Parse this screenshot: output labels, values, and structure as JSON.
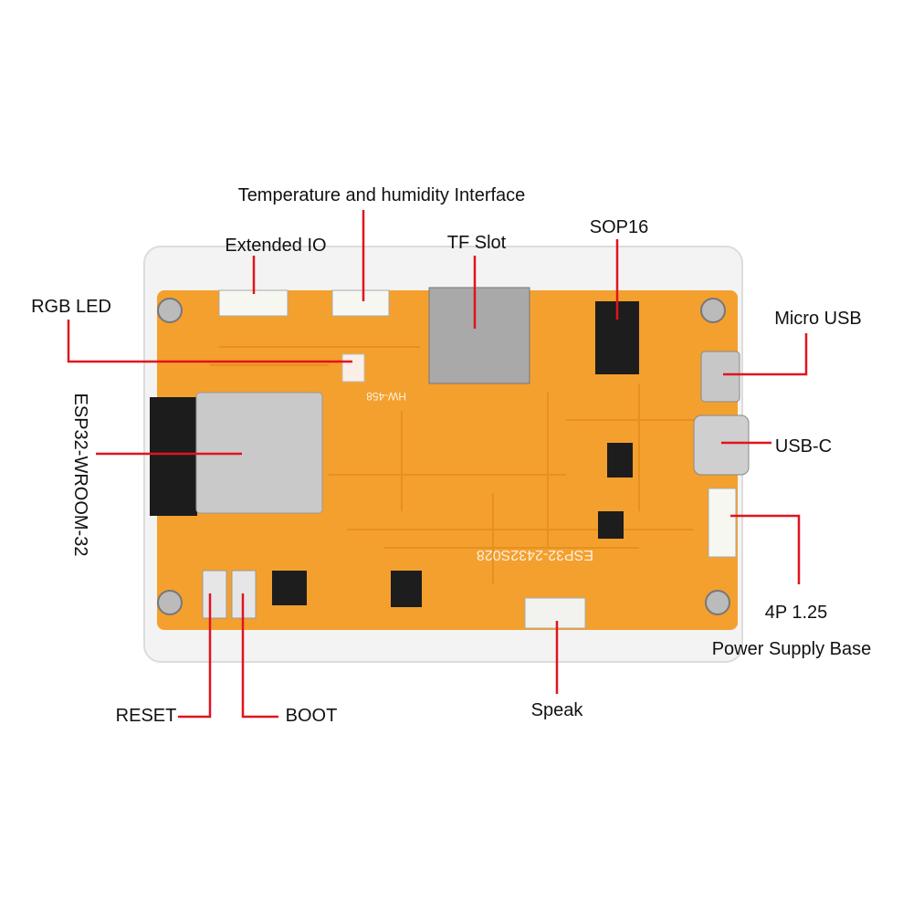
{
  "labels": {
    "temp_humidity": "Temperature and humidity Interface",
    "extended_io": "Extended IO",
    "tf_slot": "TF Slot",
    "sop16": "SOP16",
    "rgb_led": "RGB LED",
    "micro_usb": "Micro USB",
    "esp32": "ESP32-WROOM-32",
    "usb_c": "USB-C",
    "connector_4p": "4P 1.25",
    "power_supply": "Power Supply Base",
    "reset": "RESET",
    "boot": "BOOT",
    "speak": "Speak"
  },
  "board": {
    "model": "ESP32-2432S028",
    "hw": "HW-458"
  },
  "colors": {
    "pcb": "#f4a02e",
    "leader": "#e0141e"
  }
}
